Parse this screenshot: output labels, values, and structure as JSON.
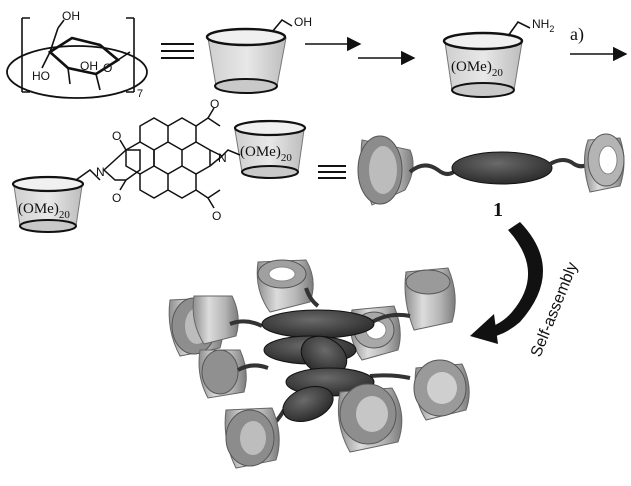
{
  "row1": {
    "glucose": {
      "oh_top": "OH",
      "ho_bottom": "HO",
      "oh_middle": "OH",
      "o_ring": "O",
      "repeat": "7"
    },
    "cd_with_oh": {
      "group": "OH"
    },
    "cd_with_amine": {
      "group": "NH",
      "subscript": "2",
      "label_main": "(OMe)",
      "label_sub": "20"
    },
    "step_label": "a)"
  },
  "row2": {
    "left_cd": {
      "label_main": "(OMe)",
      "label_sub": "20"
    },
    "right_cd": {
      "label_main": "(OMe)",
      "label_sub": "20"
    },
    "pdi": {
      "o1": "O",
      "o2": "O",
      "o3": "O",
      "o4": "O",
      "n_left": "N",
      "n_right": "N"
    },
    "compound_number": "1"
  },
  "arrow_label": "Self-assembly",
  "colors": {
    "ink": "#111111",
    "disk": "#3a3a3a",
    "cone_light": "#d8d8d8",
    "cone_mid": "#a9a9a9"
  }
}
